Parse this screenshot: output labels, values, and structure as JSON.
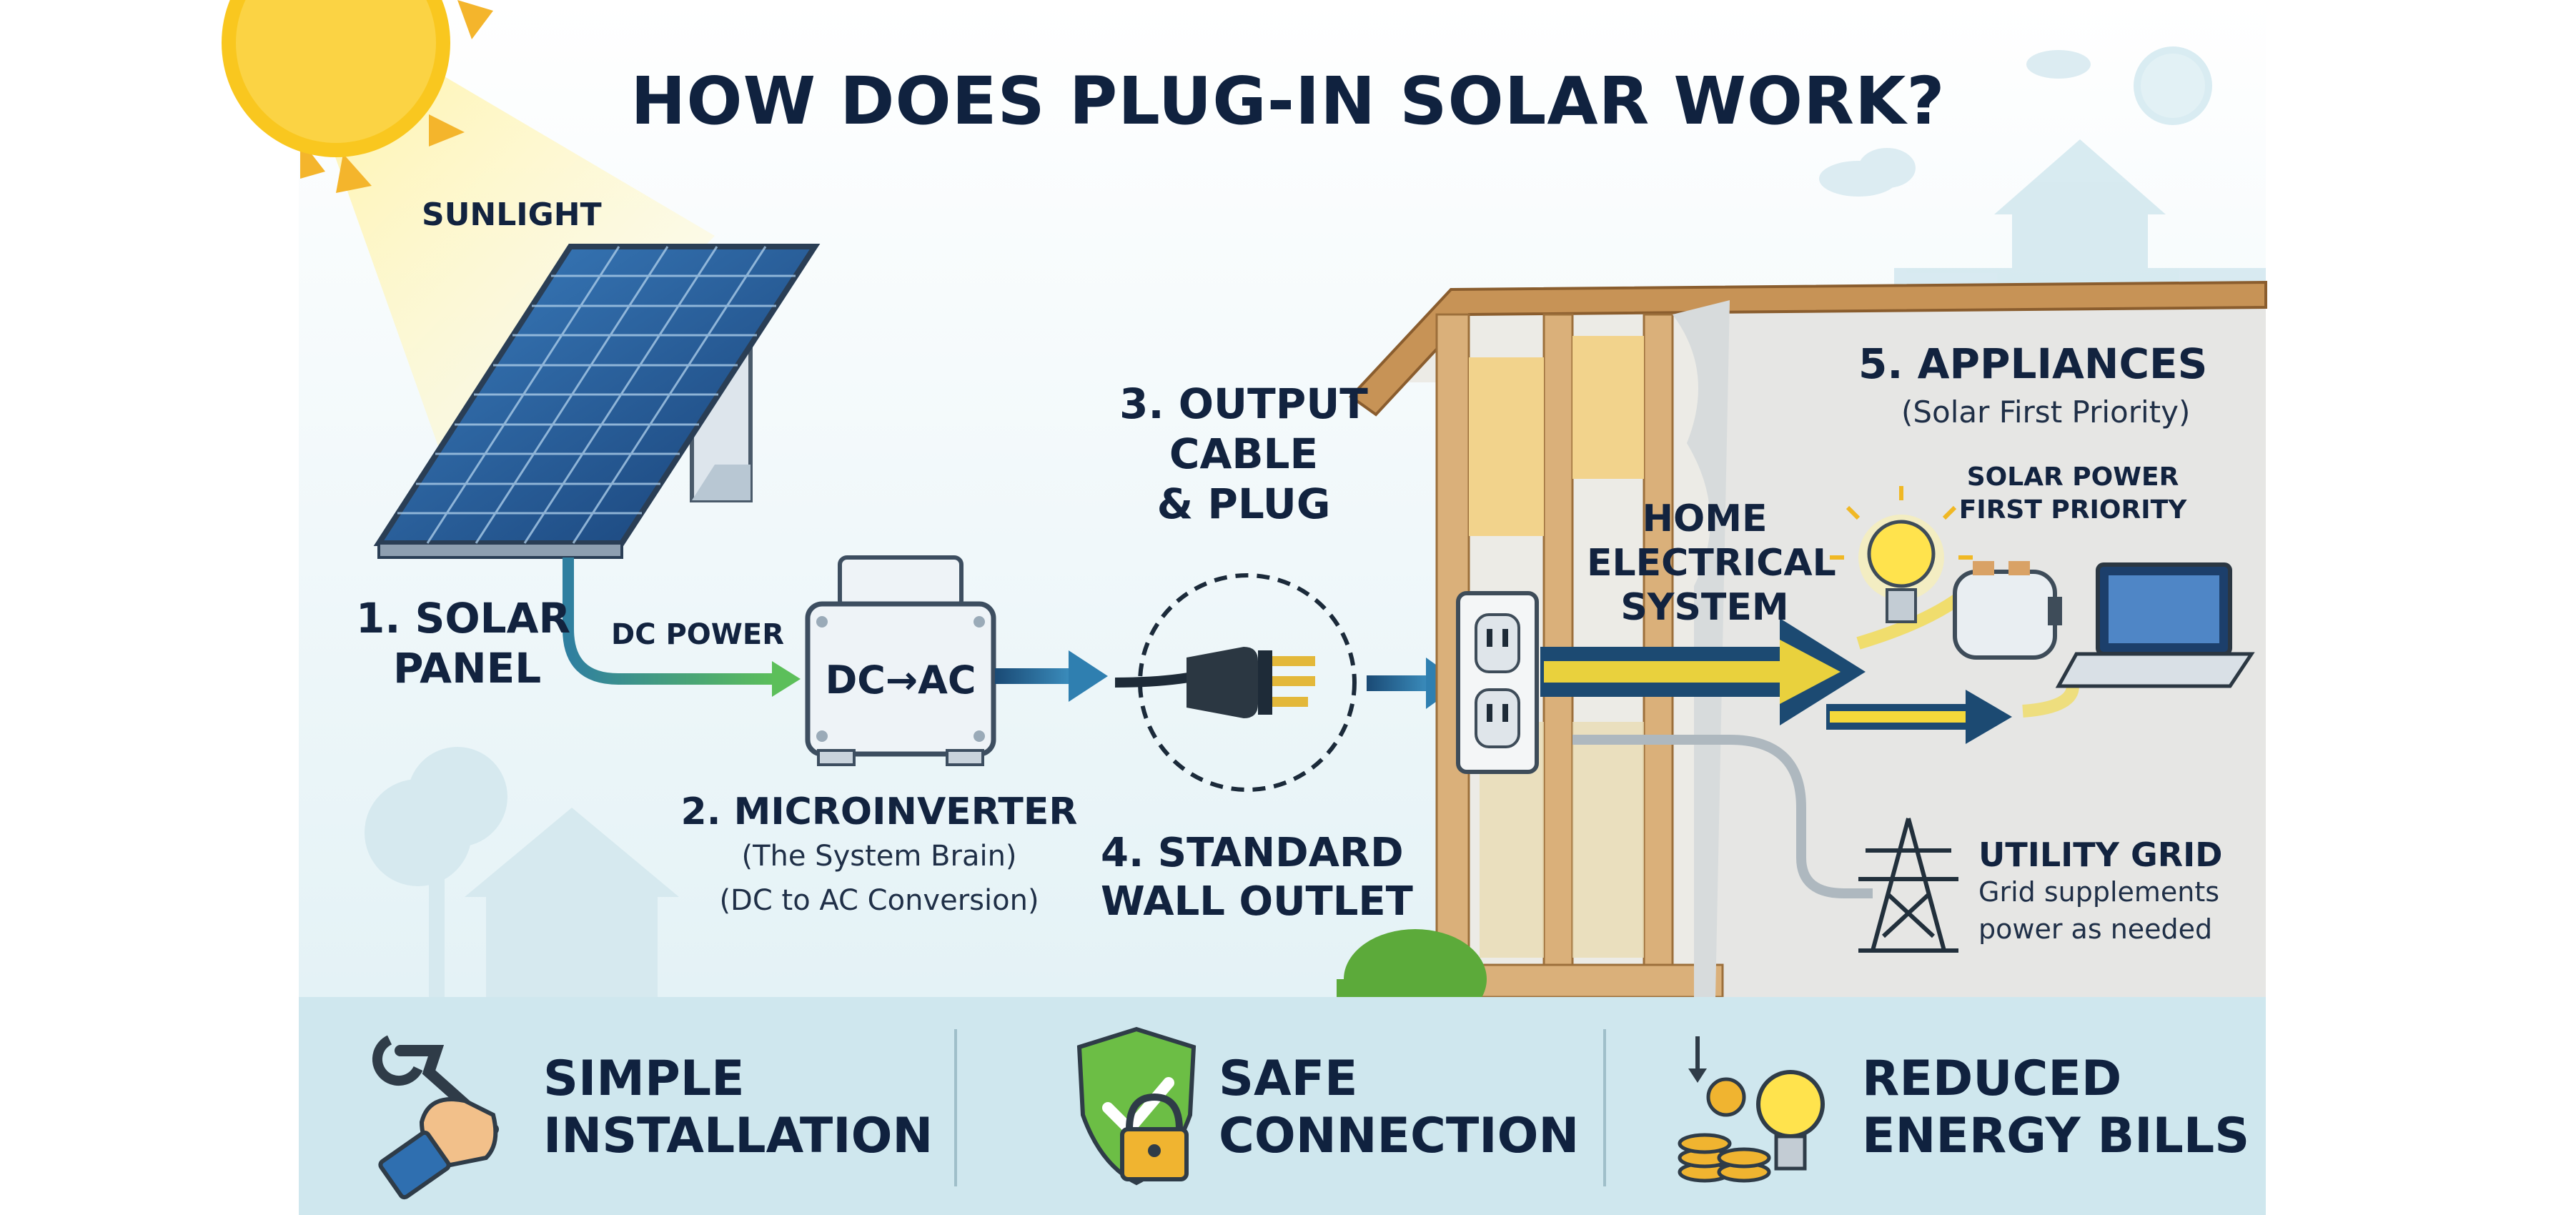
{
  "title": "HOW DOES PLUG-IN SOLAR WORK?",
  "sunlight_label": "SUNLIGHT",
  "steps": {
    "solar_panel": {
      "line1": "1. SOLAR",
      "line2": "PANEL"
    },
    "dc_power": "DC POWER",
    "inverter_box_text": "DC→AC",
    "microinverter": {
      "title": "2. MICROINVERTER",
      "sub1": "(The System Brain)",
      "sub2": "(DC to AC Conversion)"
    },
    "output_cable": {
      "line1": "3. OUTPUT",
      "line2": "CABLE",
      "line3": "& PLUG"
    },
    "wall_outlet": {
      "line1": "4. STANDARD",
      "line2": "WALL OUTLET"
    },
    "home_electrical": {
      "line1": "HOME",
      "line2": "ELECTRICAL",
      "line3": "SYSTEM"
    },
    "appliances": {
      "title": "5. APPLIANCES",
      "sub": "(Solar First Priority)"
    },
    "solar_power_note": {
      "line1": "SOLAR POWER",
      "line2": "FIRST PRIORITY"
    },
    "utility_grid": {
      "title": "UTILITY GRID",
      "sub1": "Grid supplements",
      "sub2": "power as needed"
    }
  },
  "features": [
    {
      "line1": "SIMPLE",
      "line2": "INSTALLATION",
      "icon": "wrench-hand-icon"
    },
    {
      "line1": "SAFE",
      "line2": "CONNECTION",
      "icon": "shield-lock-icon"
    },
    {
      "line1": "REDUCED",
      "line2": "ENERGY BILLS",
      "icon": "coins-bulb-icon"
    }
  ],
  "colors": {
    "title": "#10223f",
    "sun": "#f7c51e",
    "panel": "#1f5f9e",
    "flow_arrow": "#1d4f7a",
    "energy_arrow": "#f2d53c",
    "wood": "#d7b07a",
    "bottom_band": "#cfe7ee"
  }
}
